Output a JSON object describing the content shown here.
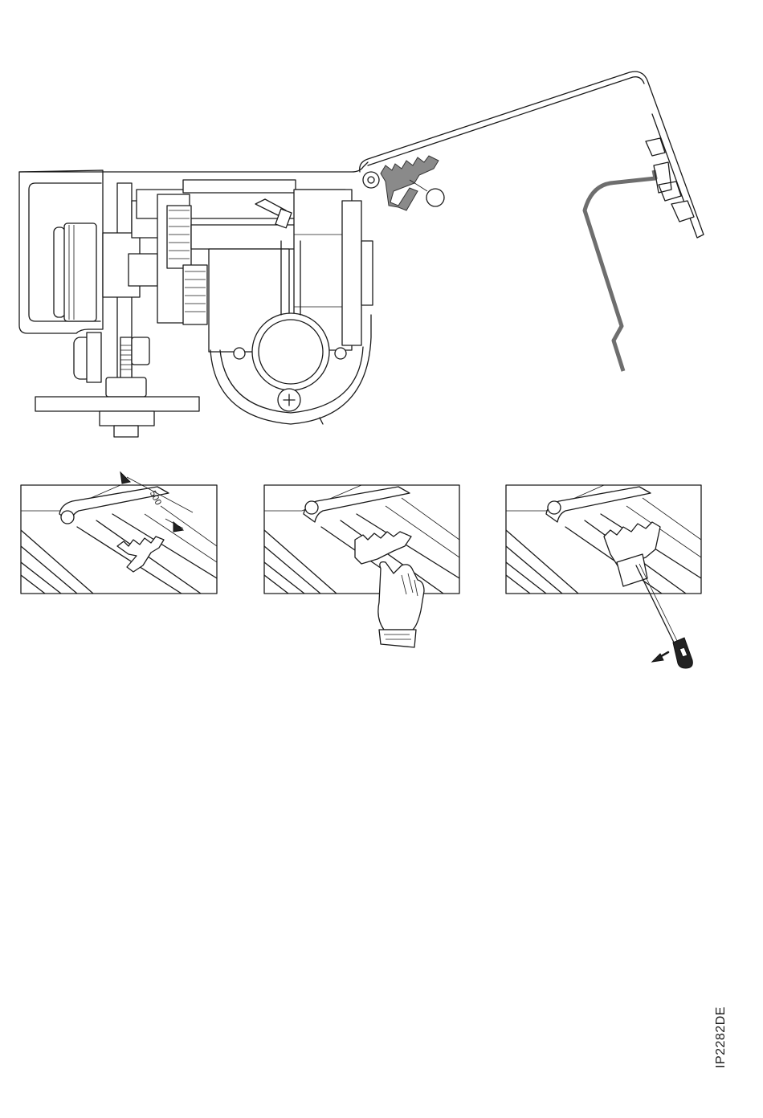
{
  "document": {
    "code": "IP2282DE"
  },
  "steps": [
    {
      "dimension": "500"
    },
    {
      "action": "press-clip-by-hand"
    },
    {
      "action": "lever-clip-with-screwdriver"
    }
  ],
  "icons": {
    "callout": "circle-callout",
    "hand": "hand-icon",
    "screwdriver": "screwdriver-icon",
    "arrow": "arrow-icon"
  }
}
